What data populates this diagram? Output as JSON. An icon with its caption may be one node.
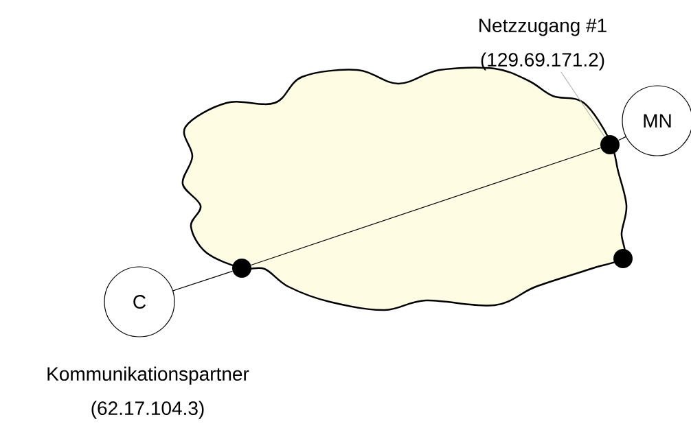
{
  "diagram": {
    "nodes": [
      {
        "text": [
          "Netzzugang #1",
          "(129.69.171.2)"
        ]
      },
      {
        "text": [
          "MN"
        ]
      },
      {
        "text": [],
        "shape": "circle"
      },
      {
        "text": [],
        "shape": "circle"
      },
      {
        "text": [],
        "shape": "circle"
      },
      {
        "text": [
          "C"
        ],
        "beside": [
          "Kommunikationspartner",
          "(62.17.104.3)"
        ]
      }
    ],
    "edges": [
      {
        "from": 0,
        "to": 2,
        "arrow": "none",
        "color": "#b3b3b3"
      },
      {
        "from": 1,
        "to": 2,
        "arrow": "none"
      },
      {
        "from": 2,
        "to": 4,
        "arrow": "none"
      },
      {
        "from": 4,
        "to": 5,
        "arrow": "none"
      }
    ]
  }
}
